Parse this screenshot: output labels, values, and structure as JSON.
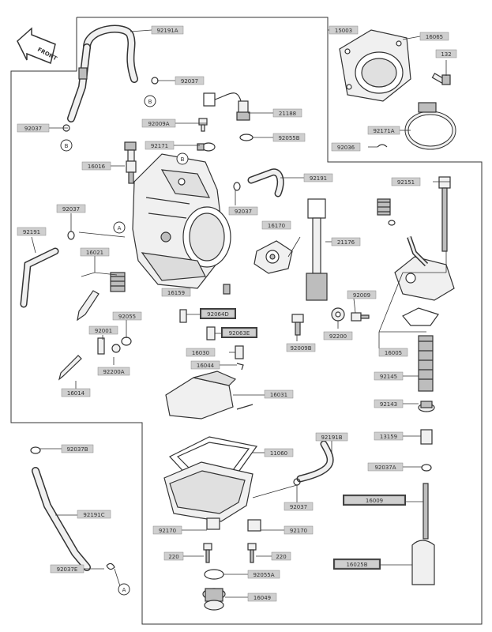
{
  "brand": {
    "front_label": "FRONT"
  },
  "part_labels": [
    {
      "id": "l_92191A",
      "text": "92191A"
    },
    {
      "id": "l_15003",
      "text": "15003"
    },
    {
      "id": "l_16065",
      "text": "16065"
    },
    {
      "id": "l_132",
      "text": "132"
    },
    {
      "id": "l_92037_1",
      "text": "92037"
    },
    {
      "id": "l_21188",
      "text": "21188"
    },
    {
      "id": "l_92037_2",
      "text": "92037"
    },
    {
      "id": "l_92009A",
      "text": "92009A"
    },
    {
      "id": "l_92055B",
      "text": "92055B"
    },
    {
      "id": "l_92171A",
      "text": "92171A"
    },
    {
      "id": "l_92171",
      "text": "92171"
    },
    {
      "id": "l_92036",
      "text": "92036"
    },
    {
      "id": "l_16016",
      "text": "16016"
    },
    {
      "id": "l_92191",
      "text": "92191"
    },
    {
      "id": "l_92151",
      "text": "92151"
    },
    {
      "id": "l_92037_3",
      "text": "92037"
    },
    {
      "id": "l_92037_4",
      "text": "92037"
    },
    {
      "id": "l_16170",
      "text": "16170"
    },
    {
      "id": "l_92191_2",
      "text": "92191"
    },
    {
      "id": "l_21176",
      "text": "21176"
    },
    {
      "id": "l_16021",
      "text": "16021"
    },
    {
      "id": "l_16159",
      "text": "16159"
    },
    {
      "id": "l_92009",
      "text": "92009"
    },
    {
      "id": "l_92064D",
      "text": "92064D"
    },
    {
      "id": "l_92055",
      "text": "92055"
    },
    {
      "id": "l_92063E",
      "text": "92063E"
    },
    {
      "id": "l_92001",
      "text": "92001"
    },
    {
      "id": "l_92200",
      "text": "92200"
    },
    {
      "id": "l_92009B",
      "text": "92009B"
    },
    {
      "id": "l_16005",
      "text": "16005"
    },
    {
      "id": "l_16030",
      "text": "16030"
    },
    {
      "id": "l_92200A",
      "text": "92200A"
    },
    {
      "id": "l_16044",
      "text": "16044"
    },
    {
      "id": "l_92145",
      "text": "92145"
    },
    {
      "id": "l_16014",
      "text": "16014"
    },
    {
      "id": "l_16031",
      "text": "16031"
    },
    {
      "id": "l_92143",
      "text": "92143"
    },
    {
      "id": "l_13159",
      "text": "13159"
    },
    {
      "id": "l_92191B",
      "text": "92191B"
    },
    {
      "id": "l_92037B",
      "text": "92037B"
    },
    {
      "id": "l_11060",
      "text": "11060"
    },
    {
      "id": "l_92037A",
      "text": "92037A"
    },
    {
      "id": "l_16009",
      "text": "16009"
    },
    {
      "id": "l_92037_5",
      "text": "92037"
    },
    {
      "id": "l_92191C",
      "text": "92191C"
    },
    {
      "id": "l_92170_1",
      "text": "92170"
    },
    {
      "id": "l_92170_2",
      "text": "92170"
    },
    {
      "id": "l_220_1",
      "text": "220"
    },
    {
      "id": "l_220_2",
      "text": "220"
    },
    {
      "id": "l_16025B",
      "text": "16025B"
    },
    {
      "id": "l_92037E",
      "text": "92037E"
    },
    {
      "id": "l_92055A",
      "text": "92055A"
    },
    {
      "id": "l_16049",
      "text": "16049"
    }
  ],
  "callouts": {
    "ref_a_1": "A",
    "ref_a_2": "A",
    "ref_b_1": "B",
    "ref_b_2": "B",
    "ref_b_3": "B"
  },
  "colors": {
    "line": "#333333",
    "label_bg": "#cfcfcf",
    "label_dark_bg": "#3a3a3a",
    "part_fill": "#f0f0f0",
    "part_shade": "#bdbdbd"
  }
}
